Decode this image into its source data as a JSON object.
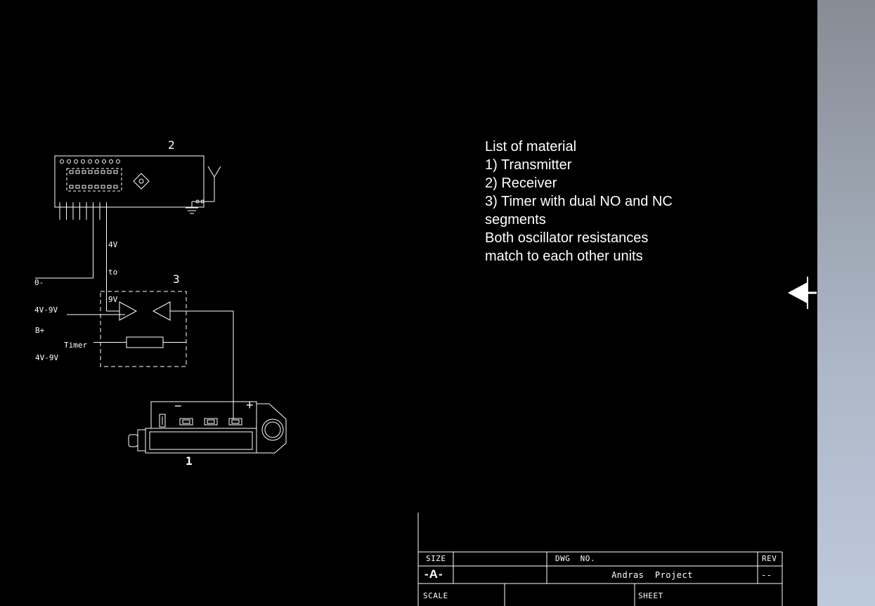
{
  "colors": {
    "background": "#000000",
    "line": "#ffffff",
    "band_top": "#878c95",
    "band_bottom": "#bdc9dc"
  },
  "drawing": {
    "receiver_number": "2",
    "timer_number": "3",
    "transmitter_number": "1",
    "supply_label": [
      "4V",
      "to",
      "9V"
    ],
    "zero_label": [
      "0-",
      "4V-9V"
    ],
    "bplus_label": [
      "B+",
      "4V-9V"
    ],
    "timer_wire_label": "Timer",
    "minus_sign": "−",
    "plus_sign": "+"
  },
  "notes": {
    "lines": [
      "List of material",
      "1) Transmitter",
      "2) Receiver",
      "3) Timer with dual NO and NC",
      "segments",
      "Both oscillator resistances",
      "match to each other units"
    ]
  },
  "title_block": {
    "size_label": "SIZE",
    "size_value": "-A-",
    "dwg_no_label": "DWG  NO.",
    "dwg_no_value": "Andras  Project",
    "rev_label": "REV",
    "rev_value": "--",
    "scale_label": "SCALE",
    "sheet_label": "SHEET"
  }
}
